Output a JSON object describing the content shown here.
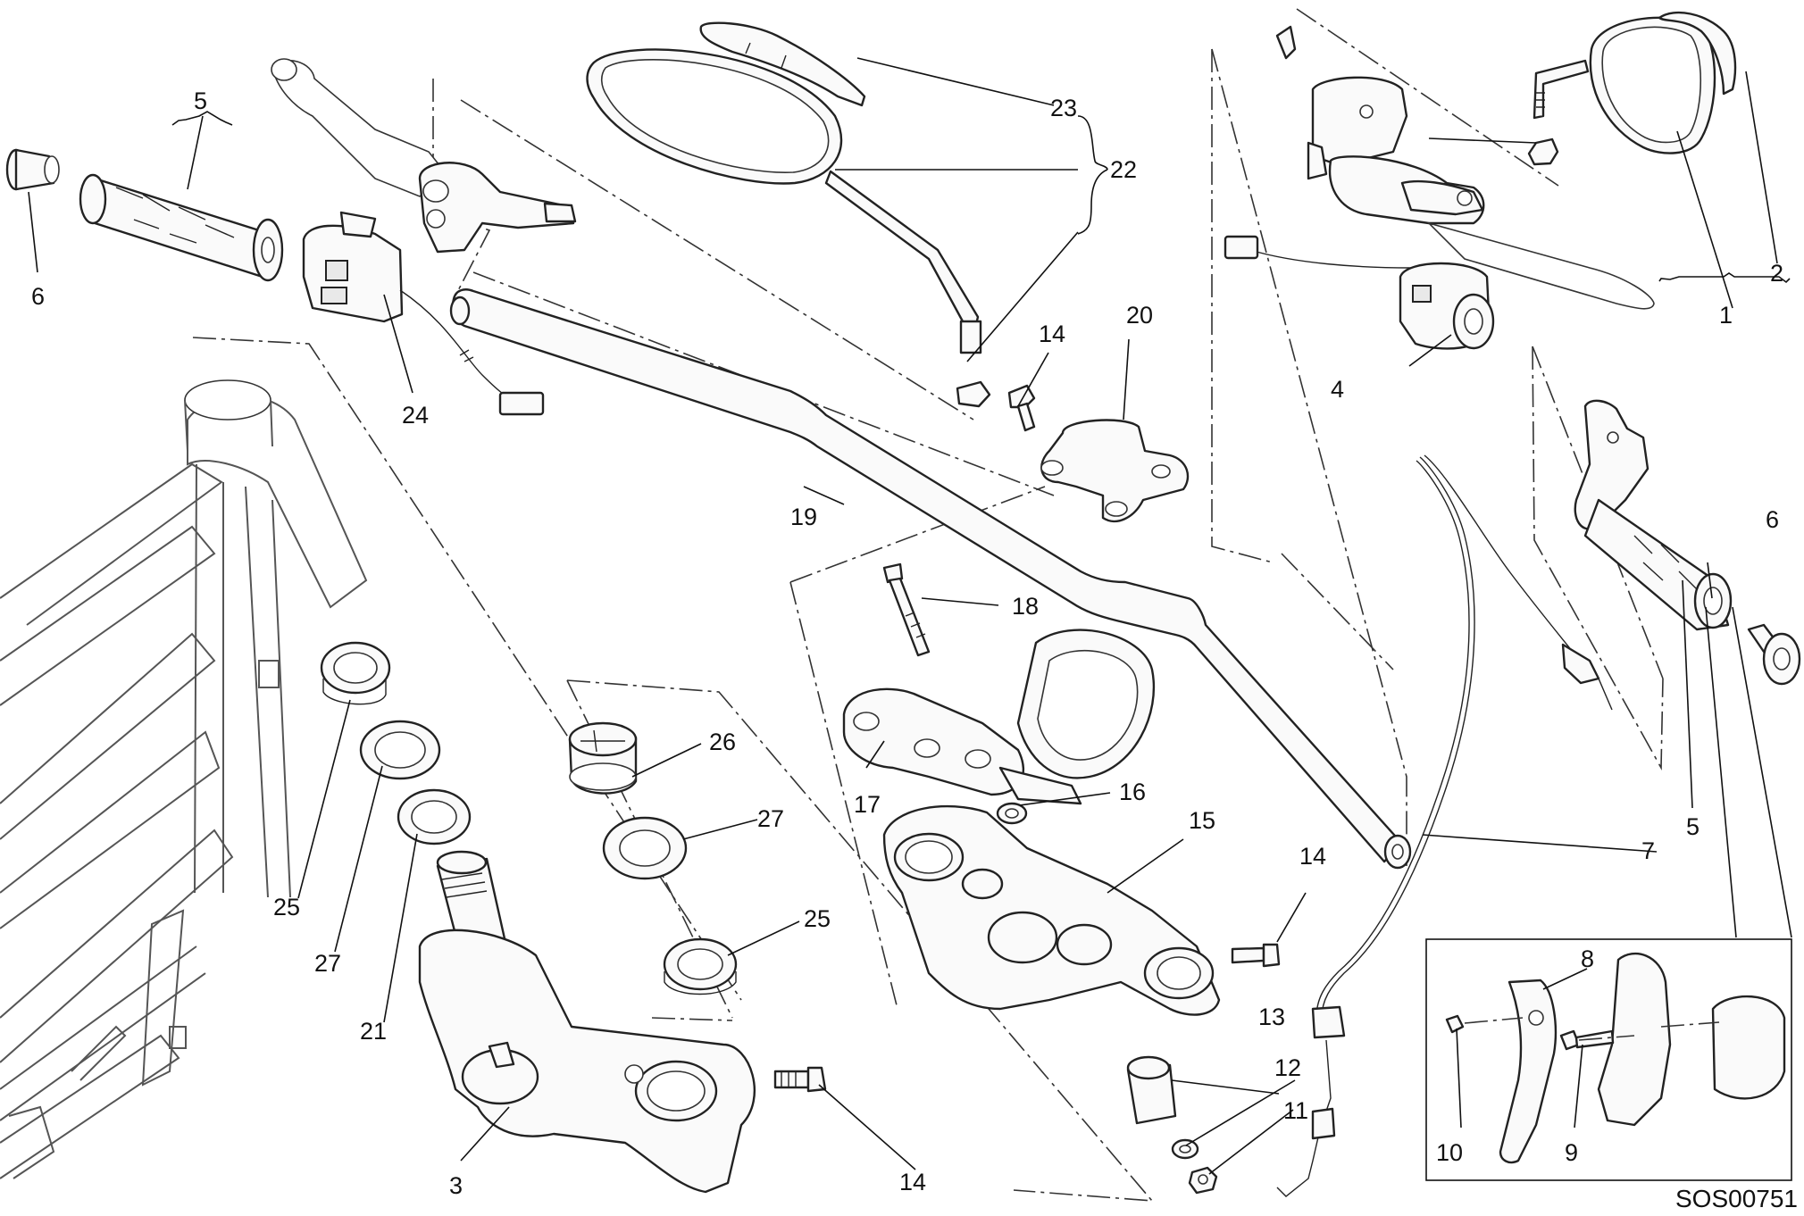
{
  "drawing_code": "SOS00751",
  "callouts": {
    "c1": "1",
    "c2": "2",
    "c3": "3",
    "c4": "4",
    "c5a": "5",
    "c5b": "5",
    "c6a": "6",
    "c6b": "6",
    "c7": "7",
    "c8": "8",
    "c9": "9",
    "c10": "10",
    "c11": "11",
    "c12": "12",
    "c13": "13",
    "c14a": "14",
    "c14b": "14",
    "c14c": "14",
    "c15": "15",
    "c16": "16",
    "c17": "17",
    "c18": "18",
    "c19": "19",
    "c20": "20",
    "c21": "21",
    "c22": "22",
    "c23": "23",
    "c24": "24",
    "c25a": "25",
    "c25b": "25",
    "c26": "26",
    "c27a": "27",
    "c27b": "27"
  }
}
